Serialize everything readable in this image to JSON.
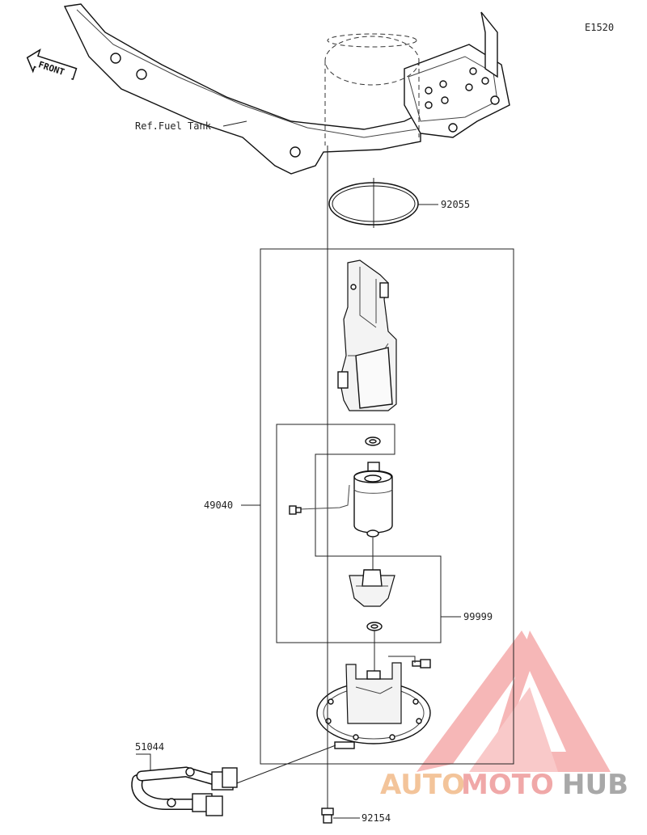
{
  "diagram_code": "E1520",
  "front_badge": "FRONT",
  "callouts": {
    "ref_fuel_tank": "Ref.Fuel Tank",
    "o_ring": "92055",
    "pump_assy": "49040",
    "pump_kit": "99999",
    "hose": "51044",
    "bolt": "92154"
  },
  "watermark": {
    "part1": "AUTO",
    "part2": "MOTO",
    "part3": "HUB",
    "colors": {
      "auto": "#f3c49a",
      "moto": "#f0a8a8",
      "hub": "#a8a8a8",
      "logo": "#f08c8c"
    }
  }
}
